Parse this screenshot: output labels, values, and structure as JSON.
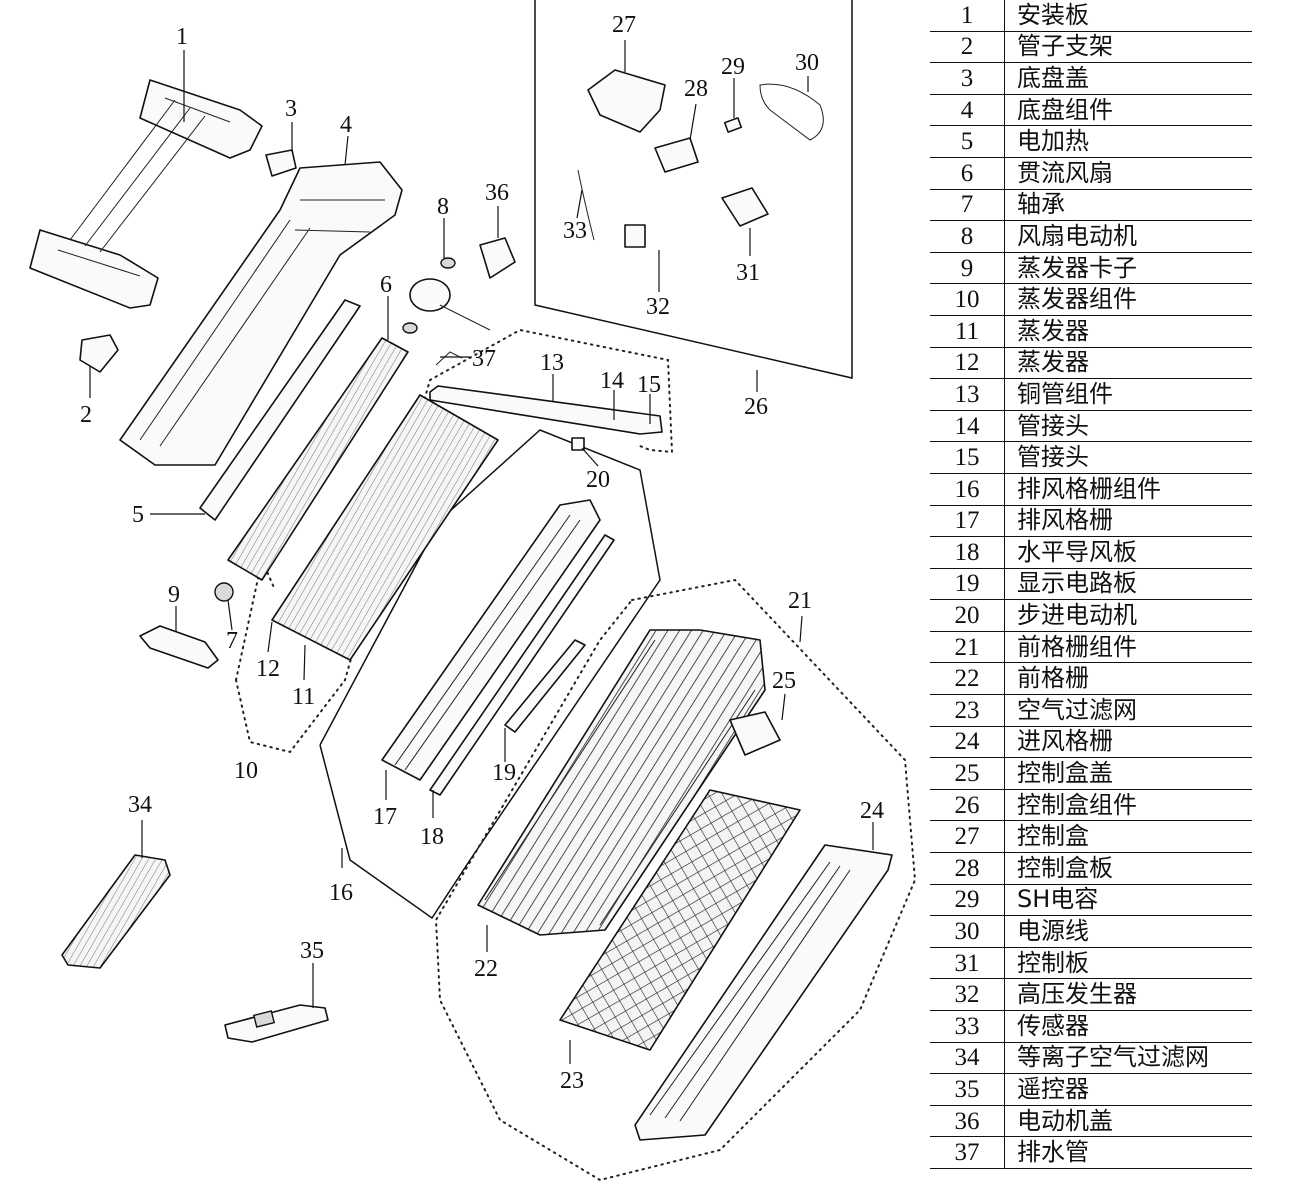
{
  "parts": [
    {
      "no": "1",
      "name": "安装板"
    },
    {
      "no": "2",
      "name": "管子支架"
    },
    {
      "no": "3",
      "name": "底盘盖"
    },
    {
      "no": "4",
      "name": "底盘组件"
    },
    {
      "no": "5",
      "name": "电加热"
    },
    {
      "no": "6",
      "name": "贯流风扇"
    },
    {
      "no": "7",
      "name": "轴承"
    },
    {
      "no": "8",
      "name": "风扇电动机"
    },
    {
      "no": "9",
      "name": "蒸发器卡子"
    },
    {
      "no": "10",
      "name": "蒸发器组件"
    },
    {
      "no": "11",
      "name": "蒸发器"
    },
    {
      "no": "12",
      "name": "蒸发器"
    },
    {
      "no": "13",
      "name": "铜管组件"
    },
    {
      "no": "14",
      "name": "管接头"
    },
    {
      "no": "15",
      "name": "管接头"
    },
    {
      "no": "16",
      "name": "排风格栅组件"
    },
    {
      "no": "17",
      "name": "排风格栅"
    },
    {
      "no": "18",
      "name": "水平导风板"
    },
    {
      "no": "19",
      "name": "显示电路板"
    },
    {
      "no": "20",
      "name": "步进电动机"
    },
    {
      "no": "21",
      "name": "前格栅组件"
    },
    {
      "no": "22",
      "name": "前格栅"
    },
    {
      "no": "23",
      "name": "空气过滤网"
    },
    {
      "no": "24",
      "name": "进风格栅"
    },
    {
      "no": "25",
      "name": "控制盒盖"
    },
    {
      "no": "26",
      "name": "控制盒组件"
    },
    {
      "no": "27",
      "name": "控制盒"
    },
    {
      "no": "28",
      "name": "控制盒板"
    },
    {
      "no": "29",
      "name": "SH电容"
    },
    {
      "no": "30",
      "name": "电源线"
    },
    {
      "no": "31",
      "name": "控制板"
    },
    {
      "no": "32",
      "name": "高压发生器"
    },
    {
      "no": "33",
      "name": "传感器"
    },
    {
      "no": "34",
      "name": "等离子空气过滤网"
    },
    {
      "no": "35",
      "name": "遥控器"
    },
    {
      "no": "36",
      "name": "电动机盖"
    },
    {
      "no": "37",
      "name": "排水管"
    }
  ],
  "callouts": {
    "c1": "1",
    "c2": "2",
    "c3": "3",
    "c4": "4",
    "c5": "5",
    "c6": "6",
    "c7": "7",
    "c8": "8",
    "c9": "9",
    "c10": "10",
    "c11": "11",
    "c12": "12",
    "c13": "13",
    "c14": "14",
    "c15": "15",
    "c16": "16",
    "c17": "17",
    "c18": "18",
    "c19": "19",
    "c20": "20",
    "c21": "21",
    "c22": "22",
    "c23": "23",
    "c24": "24",
    "c25": "25",
    "c26": "26",
    "c27": "27",
    "c28": "28",
    "c29": "29",
    "c30": "30",
    "c31": "31",
    "c32": "32",
    "c33": "33",
    "c34": "34",
    "c35": "35",
    "c36": "36",
    "c37": "37"
  }
}
